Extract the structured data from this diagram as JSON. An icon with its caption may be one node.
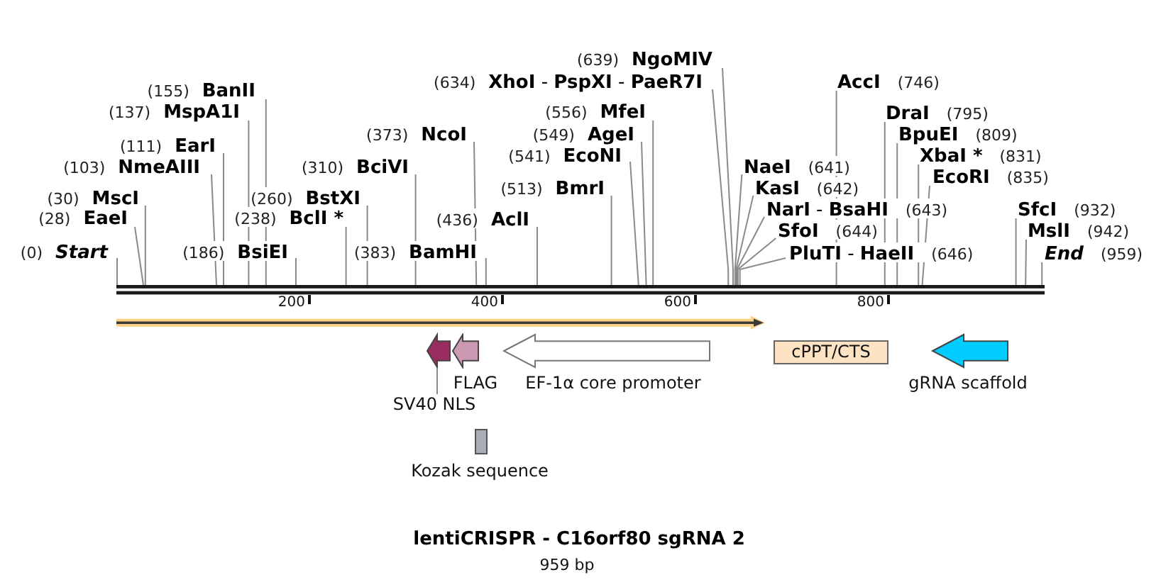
{
  "diagram": {
    "title": "lentiCRISPR - C16orf80 sgRNA 2",
    "caption": "959 bp",
    "nodes": [
      {
        "text": [
          "(0)",
          "Start"
        ]
      },
      {
        "text": [
          "(28)",
          "EaeI"
        ]
      },
      {
        "text": [
          "(30)",
          "MscI"
        ]
      },
      {
        "text": [
          "(103)",
          "NmeAIII"
        ]
      },
      {
        "text": [
          "(111)",
          "EarI"
        ]
      },
      {
        "text": [
          "(137)",
          "MspA1I"
        ]
      },
      {
        "text": [
          "(155)",
          "BanII"
        ]
      },
      {
        "text": [
          "(186)",
          "BsiEI"
        ]
      },
      {
        "text": [
          "(238)",
          "BclI *"
        ]
      },
      {
        "text": [
          "(260)",
          "BstXI"
        ]
      },
      {
        "text": [
          "(310)",
          "BciVI"
        ]
      },
      {
        "text": [
          "(373)",
          "NcoI"
        ]
      },
      {
        "text": [
          "(383)",
          "BamHI"
        ]
      },
      {
        "text": [
          "(436)",
          "AclI"
        ]
      },
      {
        "text": [
          "(513)",
          "BmrI"
        ]
      },
      {
        "text": [
          "(541)",
          "EcoNI"
        ]
      },
      {
        "text": [
          "(549)",
          "AgeI"
        ]
      },
      {
        "text": [
          "(556)",
          "MfeI"
        ]
      },
      {
        "text": [
          "(634)",
          "**XhoI** - **PspXI** - **PaeR7I**"
        ]
      },
      {
        "text": [
          "(639)",
          "NgoMIV"
        ]
      },
      {
        "text": [
          "NaeI",
          "(641)"
        ]
      },
      {
        "text": [
          "KasI",
          "(642)"
        ]
      },
      {
        "text": [
          "**NarI** - **BsaHI**",
          "(643)"
        ]
      },
      {
        "text": [
          "SfoI",
          "(644)"
        ]
      },
      {
        "text": [
          "**PluTI** - **HaeII**",
          "(646)"
        ]
      },
      {
        "text": [
          "AccI",
          "(746)"
        ]
      },
      {
        "text": [
          "DraI",
          "(795)"
        ]
      },
      {
        "text": [
          "BpuEI",
          "(809)"
        ]
      },
      {
        "text": [
          "XbaI *",
          "(831)"
        ]
      },
      {
        "text": [
          "EcoRI",
          "(835)"
        ]
      },
      {
        "text": [
          "SfcI",
          "(932)"
        ]
      },
      {
        "text": [
          "MslI",
          "(942)"
        ]
      },
      {
        "text": [
          "End",
          "(959)"
        ]
      },
      {
        "text": [],
        "shape": "bar"
      },
      {
        "text": [],
        "shape": "arrow"
      },
      {
        "text": [],
        "shape": "arrow"
      },
      {
        "text": [
          "SV40 NLS"
        ]
      },
      {
        "text": [
          "FLAG"
        ]
      },
      {
        "text": [
          "EF-1α core promoter"
        ]
      },
      {
        "text": [
          "cPPT/CTS"
        ]
      },
      {
        "text": [
          "gRNA scaffold"
        ]
      },
      {
        "text": [
          "Kozak sequence"
        ]
      }
    ],
    "edges": [
      {
        "from": 0,
        "to": 33,
        "arrow": "none"
      },
      {
        "from": 1,
        "to": 33,
        "arrow": "none"
      },
      {
        "from": 2,
        "to": 33,
        "arrow": "none"
      },
      {
        "from": 3,
        "to": 33,
        "arrow": "none"
      },
      {
        "from": 4,
        "to": 33,
        "arrow": "none"
      },
      {
        "from": 5,
        "to": 33,
        "arrow": "none"
      },
      {
        "from": 6,
        "to": 33,
        "arrow": "none"
      },
      {
        "from": 7,
        "to": 33,
        "arrow": "none"
      },
      {
        "from": 8,
        "to": 33,
        "arrow": "none"
      },
      {
        "from": 9,
        "to": 33,
        "arrow": "none"
      },
      {
        "from": 10,
        "to": 33,
        "arrow": "none"
      },
      {
        "from": 11,
        "to": 33,
        "arrow": "none"
      },
      {
        "from": 12,
        "to": 33,
        "arrow": "none"
      },
      {
        "from": 13,
        "to": 33,
        "arrow": "none"
      },
      {
        "from": 14,
        "to": 33,
        "arrow": "none"
      },
      {
        "from": 15,
        "to": 33,
        "arrow": "none"
      },
      {
        "from": 16,
        "to": 33,
        "arrow": "none"
      },
      {
        "from": 17,
        "to": 33,
        "arrow": "none"
      },
      {
        "from": 18,
        "to": 33,
        "arrow": "none"
      },
      {
        "from": 19,
        "to": 33,
        "arrow": "none"
      },
      {
        "from": 20,
        "to": 33,
        "arrow": "none"
      },
      {
        "from": 21,
        "to": 33,
        "arrow": "none"
      },
      {
        "from": 22,
        "to": 33,
        "arrow": "none"
      },
      {
        "from": 23,
        "to": 33,
        "arrow": "none"
      },
      {
        "from": 24,
        "to": 33,
        "arrow": "none"
      },
      {
        "from": 25,
        "to": 33,
        "arrow": "none"
      },
      {
        "from": 26,
        "to": 33,
        "arrow": "none"
      },
      {
        "from": 27,
        "to": 33,
        "arrow": "none"
      },
      {
        "from": 28,
        "to": 33,
        "arrow": "none"
      },
      {
        "from": 29,
        "to": 33,
        "arrow": "none"
      },
      {
        "from": 30,
        "to": 33,
        "arrow": "none"
      },
      {
        "from": 31,
        "to": 33,
        "arrow": "none"
      },
      {
        "from": 32,
        "to": 33,
        "arrow": "none"
      },
      {
        "from": 36,
        "to": 35,
        "arrow": "none"
      }
    ],
    "labels": [
      "200",
      "400",
      "600",
      "800"
    ]
  }
}
